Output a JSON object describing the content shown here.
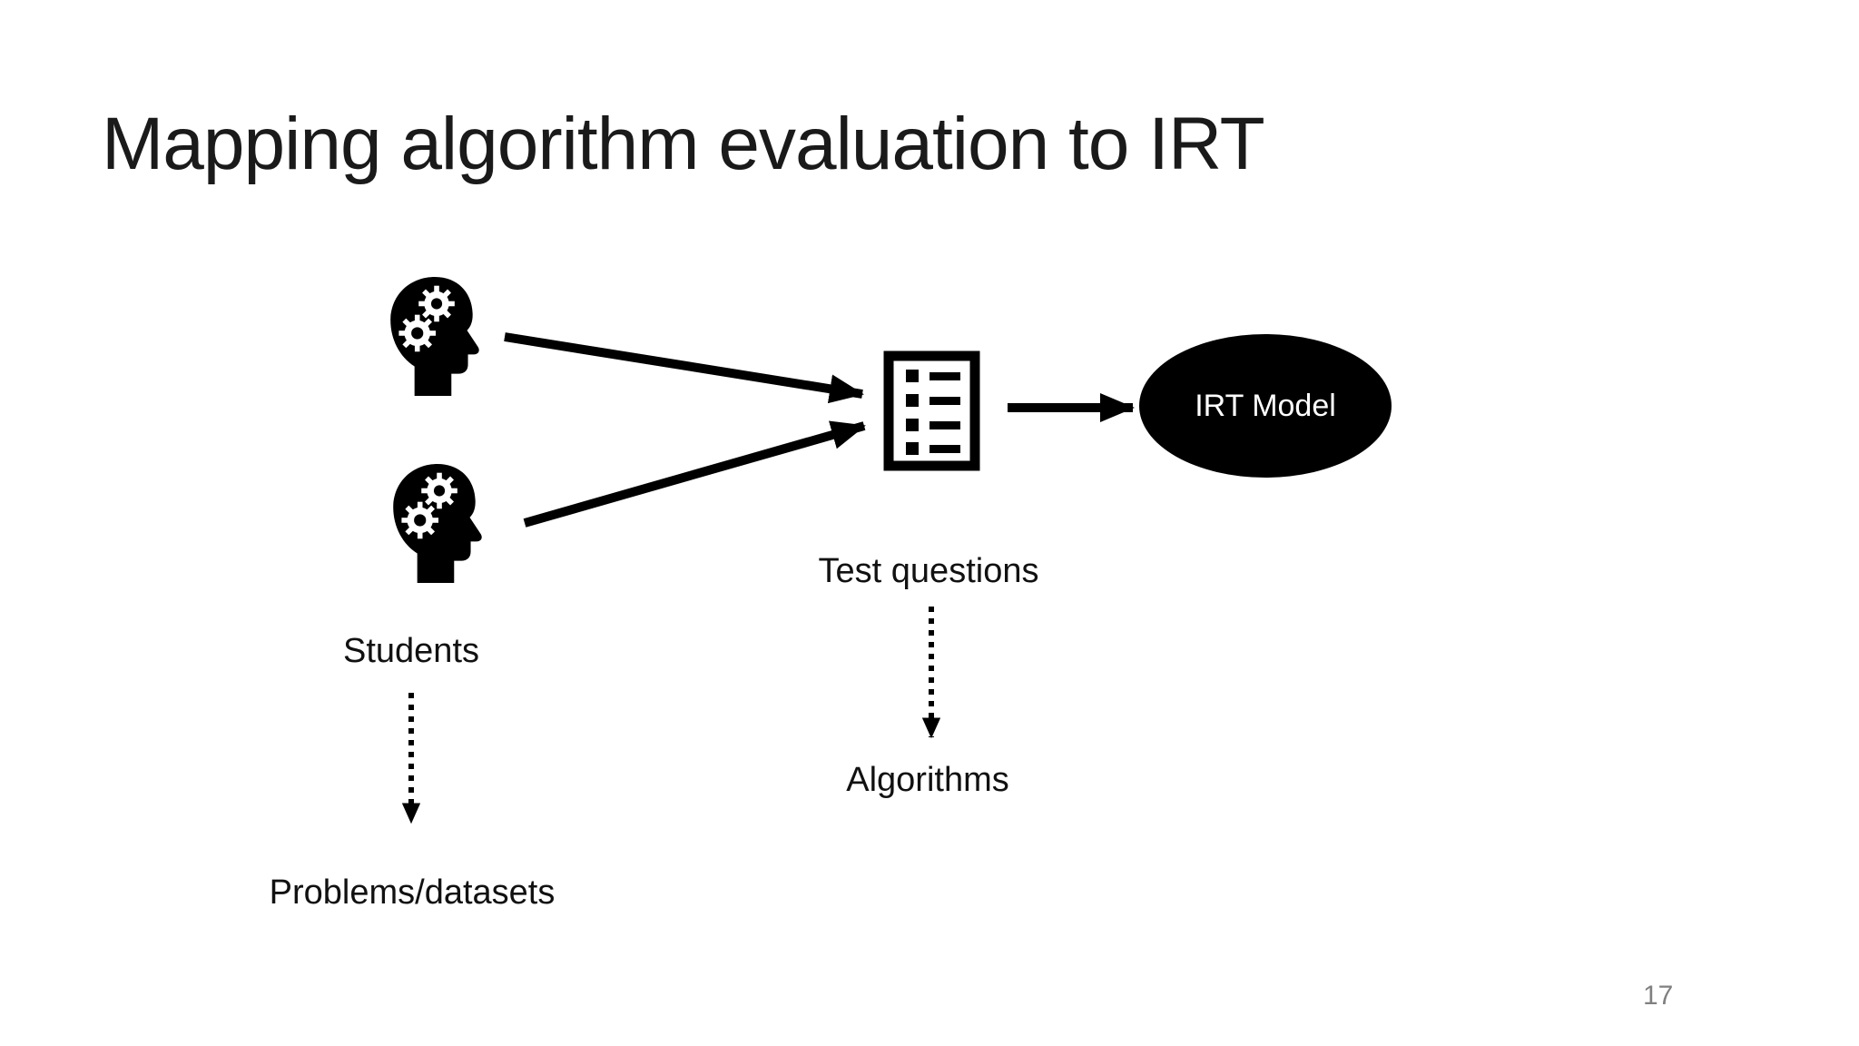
{
  "slide": {
    "title": "Mapping algorithm evaluation to IRT",
    "page_number": "17"
  },
  "diagram": {
    "students_label": "Students",
    "problems_label": "Problems/datasets",
    "test_questions_label": "Test questions",
    "algorithms_label": "Algorithms",
    "irt_model_label": "IRT Model",
    "icons": {
      "student_top": "head-with-gears-icon",
      "student_bottom": "head-with-gears-icon",
      "test_questions": "checklist-document-icon"
    },
    "connections": {
      "solid_arrows": [
        "student-top-head to test-questions-document",
        "student-bottom-head to test-questions-document",
        "test-questions-document to irt-model-ellipse"
      ],
      "dotted_arrows": [
        "students-label to problems-datasets-label",
        "test-questions-label to algorithms-label"
      ]
    },
    "colors": {
      "ink": "#000000",
      "title_text": "#1a1a1a",
      "irt_ellipse_fill": "#000000",
      "irt_text": "#ffffff",
      "page_number_gray": "#808080",
      "background": "#ffffff"
    }
  }
}
